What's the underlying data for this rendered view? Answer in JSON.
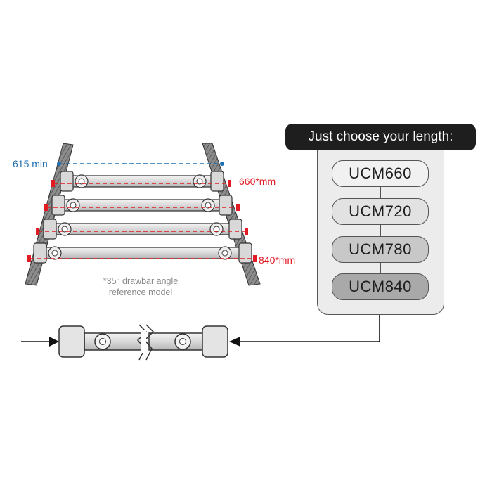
{
  "labels": {
    "min": "615 min",
    "len_660": "660*mm",
    "len_840": "840*mm",
    "note_line1": "*35° drawbar angle",
    "note_line2": "reference model"
  },
  "panel": {
    "title": "Just choose your length:",
    "options": [
      "UCM660",
      "UCM720",
      "UCM780",
      "UCM840"
    ]
  },
  "colors": {
    "blue": "#1f6fb0",
    "red": "#e01b24",
    "dark": "#1e1e1e"
  }
}
